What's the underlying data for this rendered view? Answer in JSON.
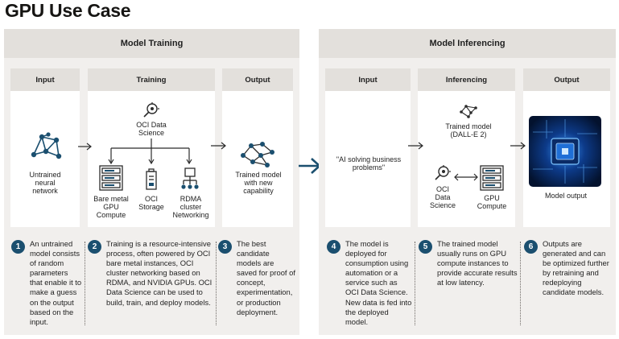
{
  "title": "GPU Use Case",
  "training_panel": {
    "title": "Model Training",
    "columns": {
      "input": "Input",
      "training": "Training",
      "output": "Output"
    },
    "input_label": "Untrained\nneural\nnetwork",
    "oci_ds_label": "OCI Data\nScience",
    "bare_metal_label": "Bare metal\nGPU\nCompute",
    "storage_label": "OCI\nStorage",
    "rdma_label": "RDMA\ncluster\nNetworking",
    "output_label": "Trained model\nwith new\ncapability",
    "steps": [
      {
        "num": "1",
        "text": "An untrained model consists of random parameters that enable it to make a guess on the output based on the input."
      },
      {
        "num": "2",
        "text": "Training is a resource-intensive process, often powered by OCI bare metal instances, OCI cluster networking based on RDMA, and NVIDIA GPUs. OCI Data Science can be used to build, train, and deploy models."
      },
      {
        "num": "3",
        "text": "The best candidate models are saved for proof of concept, experimentation, or production deployment."
      }
    ]
  },
  "inferencing_panel": {
    "title": "Model Inferencing",
    "columns": {
      "input": "Input",
      "inferencing": "Inferencing",
      "output": "Output"
    },
    "input_quote": "\"AI solving business\nproblems\"",
    "trained_model_label": "Trained model\n(DALL-E 2)",
    "oci_ds_label": "OCI\nData\nScience",
    "gpu_compute_label": "GPU\nCompute",
    "output_label": "Model output",
    "steps": [
      {
        "num": "4",
        "text": "The model is deployed for consumption using automation or a service such as OCI Data Science. New data is fed into the deployed model."
      },
      {
        "num": "5",
        "text": "The trained model usually runs on GPU compute instances to provide accurate results at low latency."
      },
      {
        "num": "6",
        "text": "Outputs are generated and can be optimized further by retraining and redeploying candidate models."
      }
    ]
  },
  "colors": {
    "accent": "#1b4f6f",
    "panel_bg": "#f1efed",
    "header_bg": "#e3e0dc",
    "icon": "#2b2b2b"
  }
}
